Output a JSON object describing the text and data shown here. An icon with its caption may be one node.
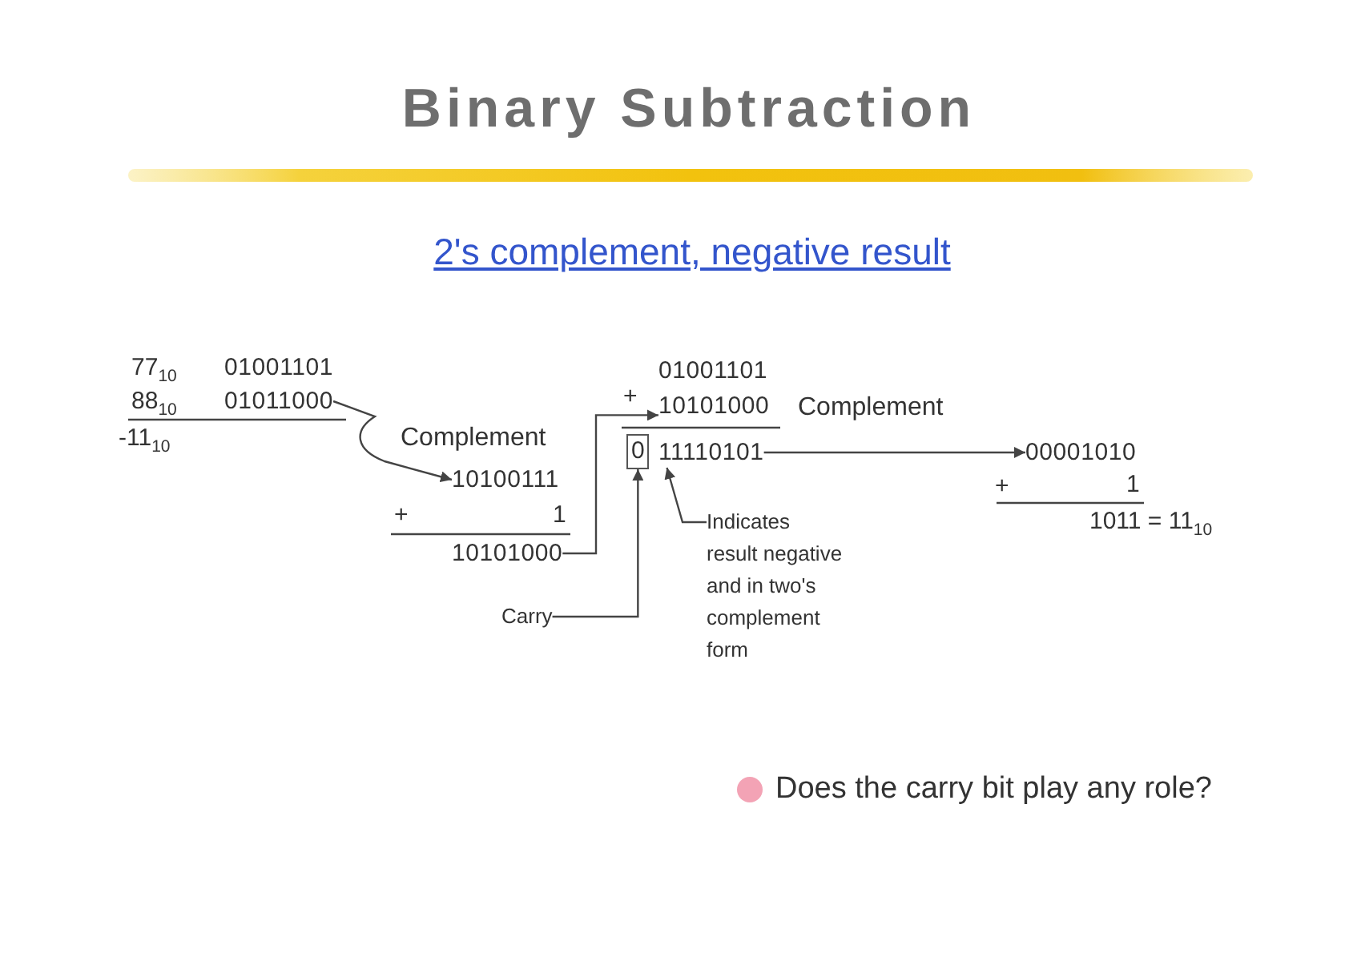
{
  "diagram": {
    "title": "Binary Subtraction",
    "nodes": [
      {
        "text": [
          "01011000"
        ]
      },
      {
        "text": [
          "10100111"
        ]
      },
      {
        "text": [
          "10101000"
        ]
      },
      {
        "text": [
          "10101000"
        ]
      },
      {
        "text": [
          "0"
        ]
      },
      {
        "text": [
          "11110101"
        ]
      },
      {
        "text": [
          "00001010"
        ]
      },
      {
        "text": [
          "Carry"
        ]
      },
      {
        "text": [
          "Indicates result negative and in two's complement form"
        ]
      }
    ],
    "edges": [
      {
        "from": 0,
        "to": 1,
        "arrow": "to",
        "label": "Complement"
      },
      {
        "from": 2,
        "to": 3,
        "arrow": "to"
      },
      {
        "from": 5,
        "to": 6,
        "arrow": "to",
        "label": "Complement"
      },
      {
        "from": 7,
        "to": 4,
        "arrow": "to"
      },
      {
        "from": 8,
        "to": 5,
        "arrow": "to"
      }
    ],
    "labels": [
      "2's complement, negative result",
      "77$_{10}$",
      "01001101",
      "01001101",
      "88$_{10}$",
      "+",
      "-11$_{10}$",
      "+",
      "1",
      "+",
      "1",
      "1011 = 11$_{10}$",
      "Does the carry bit play any role?"
    ]
  }
}
